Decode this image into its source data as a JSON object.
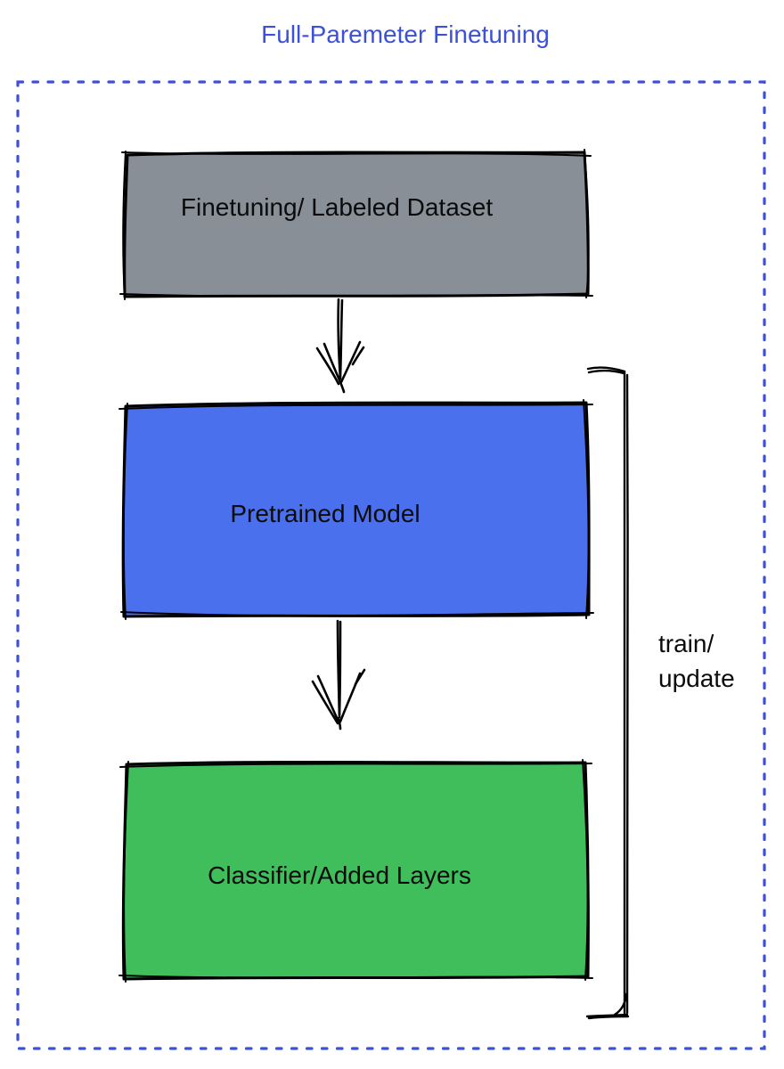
{
  "title": "Full-Paremeter Finetuning",
  "colors": {
    "accent": "#3c51d7",
    "outline": "#000000"
  },
  "diagram": {
    "boxes": [
      {
        "id": "dataset",
        "label": "Finetuning/ Labeled Dataset",
        "fill": "#888f97"
      },
      {
        "id": "pretrained",
        "label": "Pretrained Model",
        "fill": "#4a70ee"
      },
      {
        "id": "classifier",
        "label": "Classifier/Added Layers",
        "fill": "#3fbe5b"
      }
    ],
    "arrows": [
      {
        "from": "dataset",
        "to": "pretrained"
      },
      {
        "from": "pretrained",
        "to": "classifier"
      }
    ],
    "bracket": {
      "label_line1": "train/",
      "label_line2": "update"
    }
  }
}
